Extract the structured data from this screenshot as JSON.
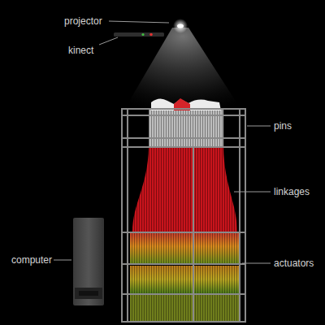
{
  "diagram": {
    "labels": [
      "projector",
      "kinect",
      "pins",
      "linkages",
      "actuators",
      "computer"
    ]
  }
}
